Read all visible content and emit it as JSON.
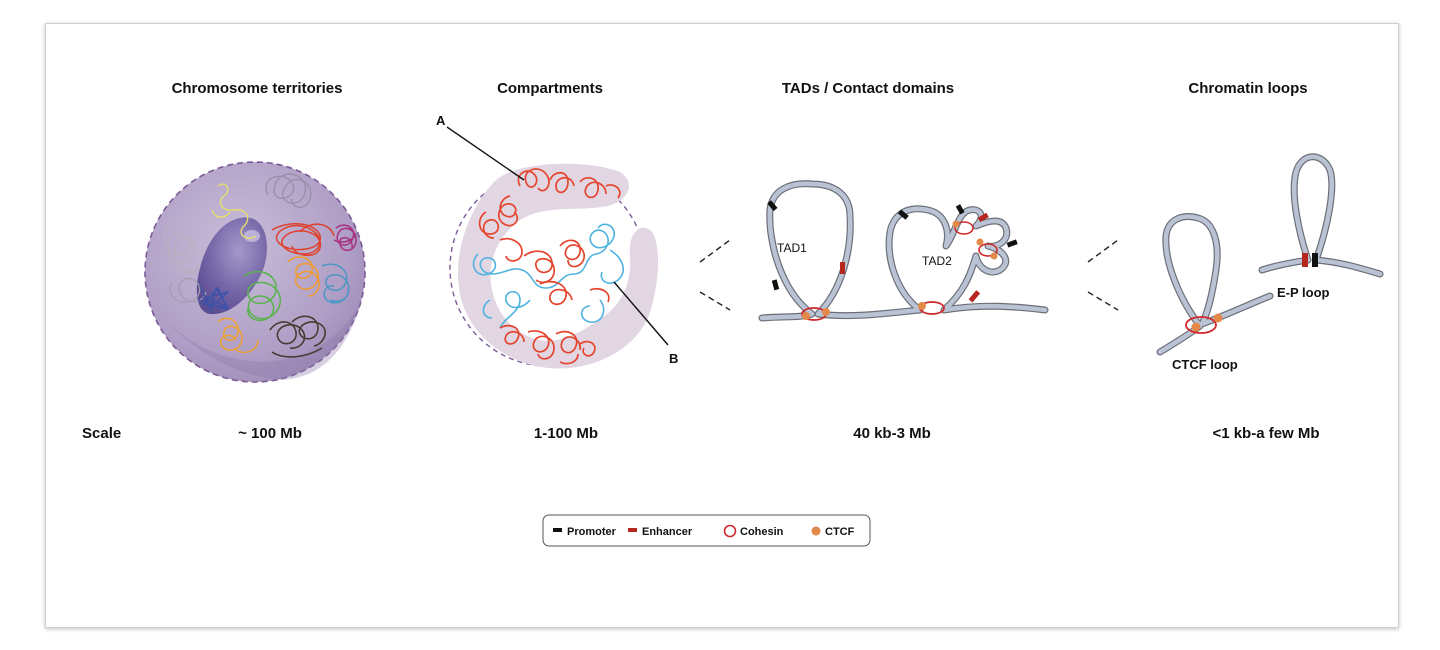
{
  "panels": {
    "territories": {
      "title": "Chromosome territories",
      "scale": "~ 100 Mb"
    },
    "compartments": {
      "title": "Compartments",
      "scale": "1-100 Mb",
      "label_a": "A",
      "label_b": "B"
    },
    "tads": {
      "title": "TADs / Contact domains",
      "scale": "40 kb-3 Mb",
      "tad1": "TAD1",
      "tad2": "TAD2"
    },
    "loops": {
      "title": "Chromatin loops",
      "scale": "<1 kb-a few Mb",
      "ep_loop": "E-P loop",
      "ctcf_loop": "CTCF loop"
    }
  },
  "scale_label": "Scale",
  "legend": {
    "promoter": "Promoter",
    "enhancer": "Enhancer",
    "cohesin": "Cohesin",
    "ctcf": "CTCF"
  },
  "colors": {
    "promoter": "#111111",
    "enhancer": "#b5271f",
    "cohesin": "#d0282a",
    "ctcf": "#e3894a",
    "compartment_a": "#e5452e",
    "compartment_b": "#4fb3e0",
    "nucleus": "#b4a4c8"
  }
}
